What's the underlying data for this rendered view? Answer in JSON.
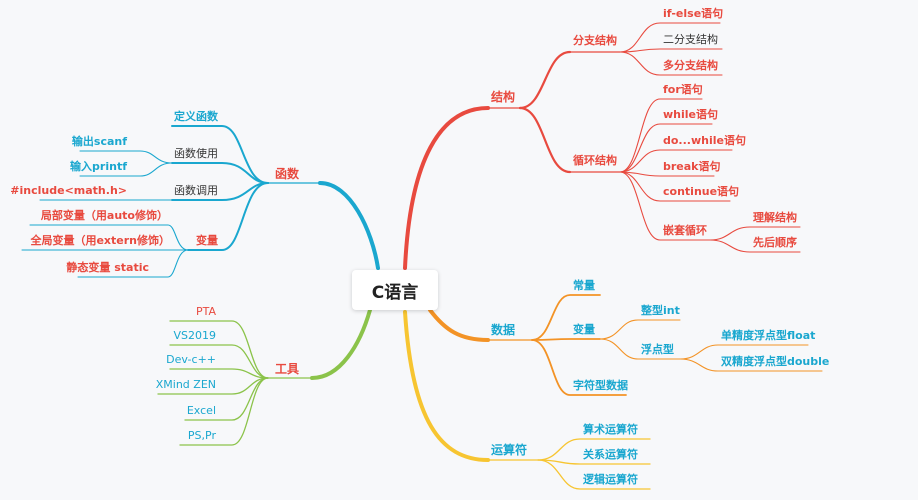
{
  "root": "C语言",
  "colors": {
    "structure": "#e84a3f",
    "functions": "#1aa7cf",
    "data": "#f39326",
    "tools": "#8bc34a",
    "operators": "#f7c531"
  },
  "structure": {
    "label": "结构",
    "branch": {
      "label": "分支结构",
      "items": [
        "if-else语句",
        "二分支结构",
        "多分支结构"
      ]
    },
    "loop": {
      "label": "循环结构",
      "items": [
        "for语句",
        "while语句",
        "do...while语句",
        "break语句",
        "continue语句"
      ],
      "nested": {
        "label": "嵌套循环",
        "items": [
          "理解结构",
          "先后顺序"
        ]
      }
    }
  },
  "functions": {
    "label": "函数",
    "define": "定义函数",
    "use": {
      "label": "函数使用",
      "items": [
        "输出scanf",
        "输入printf"
      ]
    },
    "call": {
      "label": "函数调用",
      "item": "#include<math.h>"
    },
    "vars": {
      "label": "变量",
      "items": [
        "局部变量（用auto修饰）",
        "全局变量（用extern修饰）",
        "静态变量 static"
      ]
    }
  },
  "data": {
    "label": "数据",
    "constant": "常量",
    "variable": {
      "label": "变量",
      "int": "整型int",
      "float": {
        "label": "浮点型",
        "items": [
          "单精度浮点型float",
          "双精度浮点型double"
        ]
      }
    },
    "char": "字符型数据"
  },
  "tools": {
    "label": "工具",
    "items": [
      "PTA",
      "VS2019",
      "Dev-c++",
      "XMind ZEN",
      "Excel",
      "PS,Pr"
    ]
  },
  "operators": {
    "label": "运算符",
    "items": [
      "算术运算符",
      "关系运算符",
      "逻辑运算符"
    ]
  }
}
